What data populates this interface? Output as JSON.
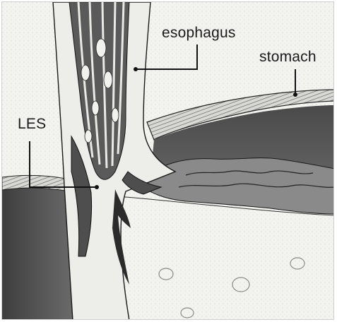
{
  "labels": {
    "esophagus": "esophagus",
    "stomach": "stomach",
    "les": "LES"
  },
  "colors": {
    "tissue_light": "#f2f2ef",
    "tissue_dark": "#3c3c3c",
    "shadow": "#5e5e5e",
    "line": "#111111"
  }
}
